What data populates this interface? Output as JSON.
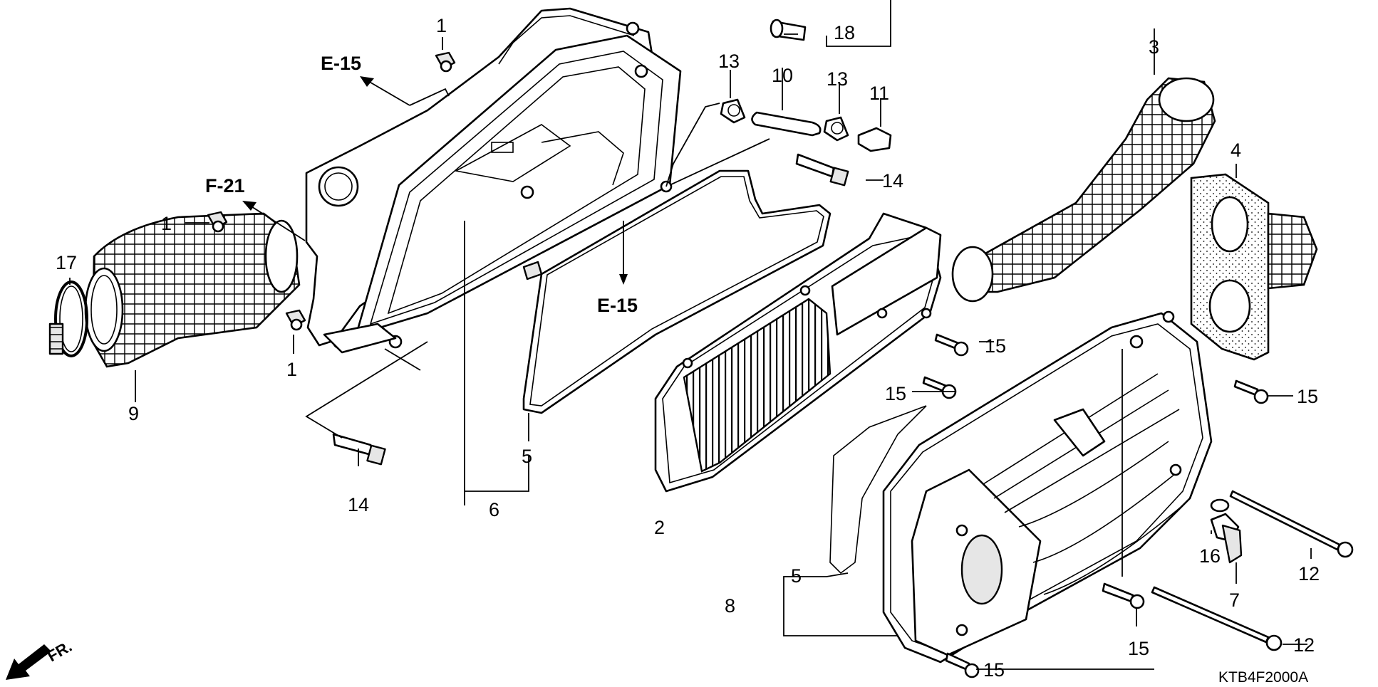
{
  "diagram": {
    "callouts": [
      "1",
      "1",
      "1",
      "2",
      "3",
      "4",
      "5",
      "5",
      "6",
      "7",
      "8",
      "9",
      "10",
      "11",
      "12",
      "12",
      "13",
      "13",
      "14",
      "14",
      "15",
      "15",
      "15",
      "15",
      "15",
      "16",
      "17",
      "18"
    ],
    "references": [
      "E-15",
      "E-15",
      "F-21"
    ],
    "direction_label": "FR.",
    "figure_code": "KTB4F2000A"
  }
}
